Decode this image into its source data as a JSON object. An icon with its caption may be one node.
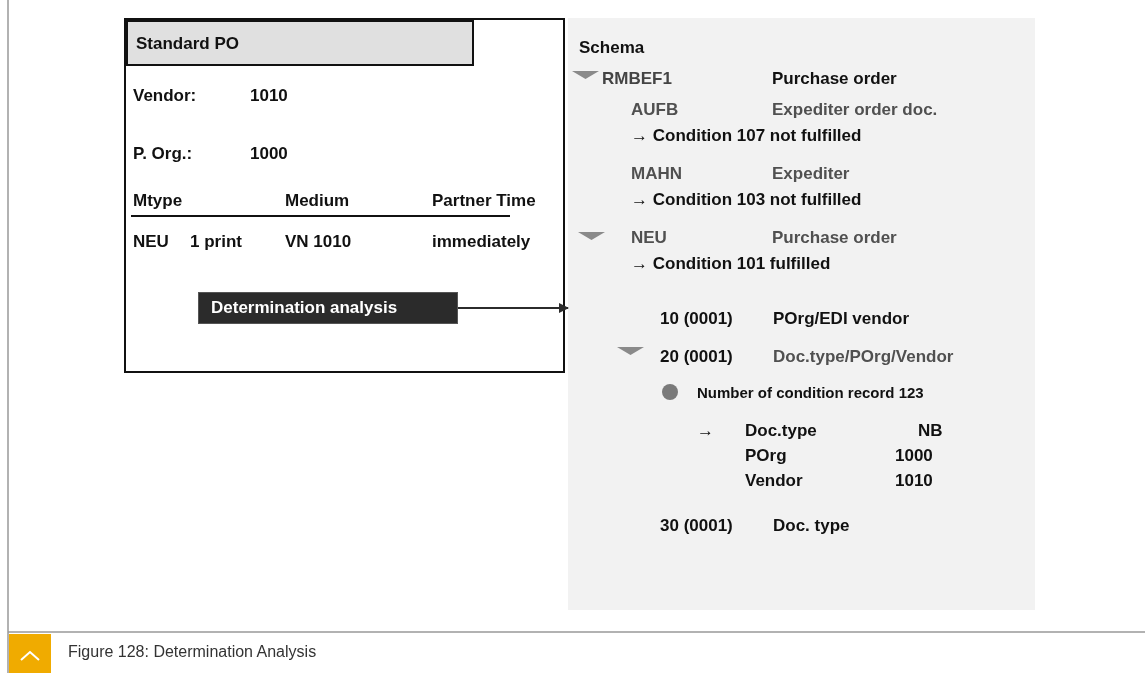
{
  "diagram": {
    "caption": "Figure 128: Determination Analysis",
    "nodes": [
      {
        "text": [],
        "shape": "box"
      },
      {
        "text": [
          "Standard PO"
        ],
        "in": 0
      },
      {
        "text": [
          "Determination analysis"
        ],
        "in": 0
      },
      {
        "text": [],
        "shape": "box"
      }
    ],
    "edges": [
      {
        "from": 2,
        "to": 3,
        "arrow": "to"
      }
    ],
    "labels": [
      "Vendor:",
      "1010",
      "P. Org.:",
      "1000",
      "Mtype",
      "Medium",
      "Partner Time",
      "NEU",
      "1 print",
      "VN 1010",
      "immediately",
      "Schema",
      "RMBEF1",
      "Purchase order",
      "AUFB",
      "Expediter order doc.",
      "→ Condition 107 not fulfilled",
      "MAHN",
      "Expediter",
      "→ Condition 103 not fulfilled",
      "NEU",
      "Purchase order",
      "→ Condition 101 fulfilled",
      "10 (0001)",
      "POrg/EDI vendor",
      "20 (0001)",
      "Doc.type/POrg/Vendor",
      "Number of condition record 123",
      "→",
      "Doc.type",
      "NB",
      "POrg",
      "1000",
      "Vendor",
      "1010",
      "30 (0001)",
      "Doc. type"
    ]
  }
}
